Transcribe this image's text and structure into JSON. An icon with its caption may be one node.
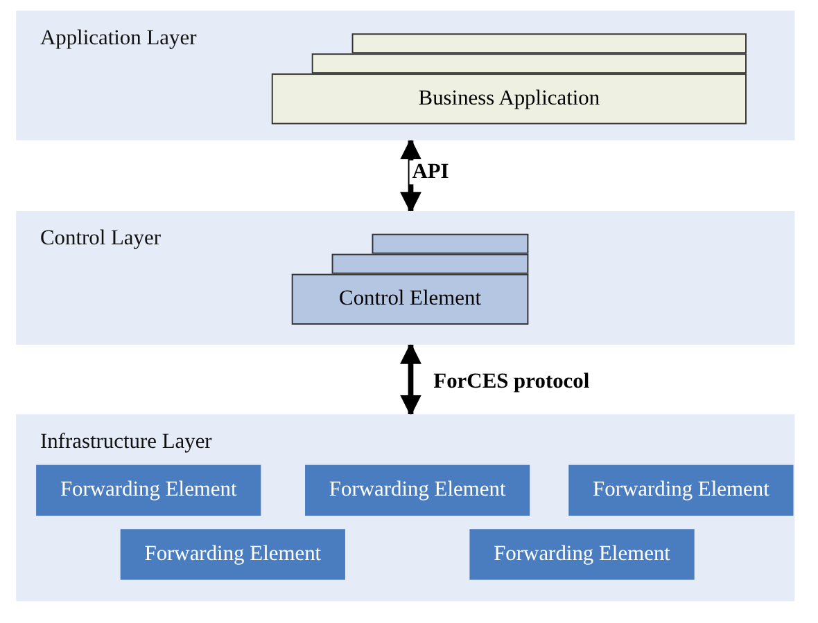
{
  "diagram": {
    "nodes": [
      {
        "text": [
          "Application Layer"
        ]
      },
      {
        "text": [],
        "shape": "box",
        "in": 0
      },
      {
        "text": [],
        "shape": "box",
        "in": 0
      },
      {
        "text": [
          "Business Application"
        ],
        "in": 0
      },
      {
        "text": [
          "Control Layer"
        ]
      },
      {
        "text": [],
        "shape": "box",
        "in": 4
      },
      {
        "text": [],
        "shape": "box",
        "in": 4
      },
      {
        "text": [
          "Control Element"
        ],
        "in": 4
      },
      {
        "text": [
          "Infrastructure Layer"
        ]
      },
      {
        "text": [
          "Forwarding Element"
        ],
        "in": 8
      },
      {
        "text": [
          "Forwarding Element"
        ],
        "in": 8
      },
      {
        "text": [
          "Forwarding Element"
        ],
        "in": 8
      },
      {
        "text": [
          "Forwarding Element"
        ],
        "in": 8
      },
      {
        "text": [
          "Forwarding Element"
        ],
        "in": 8
      }
    ],
    "edges": [
      {
        "from": 0,
        "to": 4,
        "arrow": "both",
        "label": "API"
      },
      {
        "from": 4,
        "to": 8,
        "arrow": "both",
        "label": "ForCES protocol"
      }
    ]
  }
}
